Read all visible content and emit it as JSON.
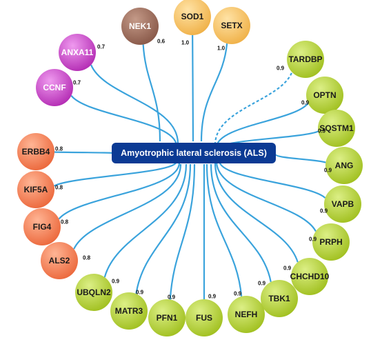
{
  "center": {
    "label": "Amyotrophic lateral sclerosis (ALS)",
    "color": "#0b3a94"
  },
  "edge_color": "#3aa3dc",
  "groups": {
    "brown": {
      "fill": "#8a5a4a",
      "light": "#c49a88",
      "text": "#ffffff"
    },
    "orange": {
      "fill": "#f0b24a",
      "light": "#ffe3a6",
      "text": "#1a1a1a"
    },
    "magenta": {
      "fill": "#b52fb5",
      "light": "#ef9aef",
      "text": "#ffffff"
    },
    "salmon": {
      "fill": "#ec6a3e",
      "light": "#ffb595",
      "text": "#1a1a1a"
    },
    "green": {
      "fill": "#a2c122",
      "light": "#dcef86",
      "text": "#1a1a1a"
    }
  },
  "nodes": [
    {
      "id": "NEK1",
      "label": "NEK1",
      "score": "0.6",
      "group": "brown"
    },
    {
      "id": "SOD1",
      "label": "SOD1",
      "score": "1.0",
      "group": "orange"
    },
    {
      "id": "SETX",
      "label": "SETX",
      "score": "1.0",
      "group": "orange"
    },
    {
      "id": "TARDBP",
      "label": "TARDBP",
      "score": "0.9",
      "group": "green",
      "dashed": true
    },
    {
      "id": "OPTN",
      "label": "OPTN",
      "score": "0.9",
      "group": "green"
    },
    {
      "id": "SQSTM1",
      "label": "SQSTM1",
      "score": "0.9",
      "group": "green"
    },
    {
      "id": "ANG",
      "label": "ANG",
      "score": "0.9",
      "group": "green"
    },
    {
      "id": "VAPB",
      "label": "VAPB",
      "score": "0.9",
      "group": "green"
    },
    {
      "id": "PRPH",
      "label": "PRPH",
      "score": "0.9",
      "group": "green"
    },
    {
      "id": "CHCHD10",
      "label": "CHCHD10",
      "score": "0.9",
      "group": "green"
    },
    {
      "id": "TBK1",
      "label": "TBK1",
      "score": "0.9",
      "group": "green"
    },
    {
      "id": "NEFH",
      "label": "NEFH",
      "score": "0.9",
      "group": "green"
    },
    {
      "id": "FUS",
      "label": "FUS",
      "score": "0.9",
      "group": "green"
    },
    {
      "id": "PFN1",
      "label": "PFN1",
      "score": "0.9",
      "group": "green"
    },
    {
      "id": "MATR3",
      "label": "MATR3",
      "score": "0.9",
      "group": "green"
    },
    {
      "id": "UBQLN2",
      "label": "UBQLN2",
      "score": "0.9",
      "group": "green"
    },
    {
      "id": "ALS2",
      "label": "ALS2",
      "score": "0.8",
      "group": "salmon"
    },
    {
      "id": "FIG4",
      "label": "FIG4",
      "score": "0.8",
      "group": "salmon"
    },
    {
      "id": "KIF5A",
      "label": "KIF5A",
      "score": "0.8",
      "group": "salmon"
    },
    {
      "id": "ERBB4",
      "label": "ERBB4",
      "score": "0.8",
      "group": "salmon"
    },
    {
      "id": "CCNF",
      "label": "CCNF",
      "score": "0.7",
      "group": "magenta"
    },
    {
      "id": "ANXA11",
      "label": "ANXA11",
      "score": "0.7",
      "group": "magenta"
    }
  ]
}
